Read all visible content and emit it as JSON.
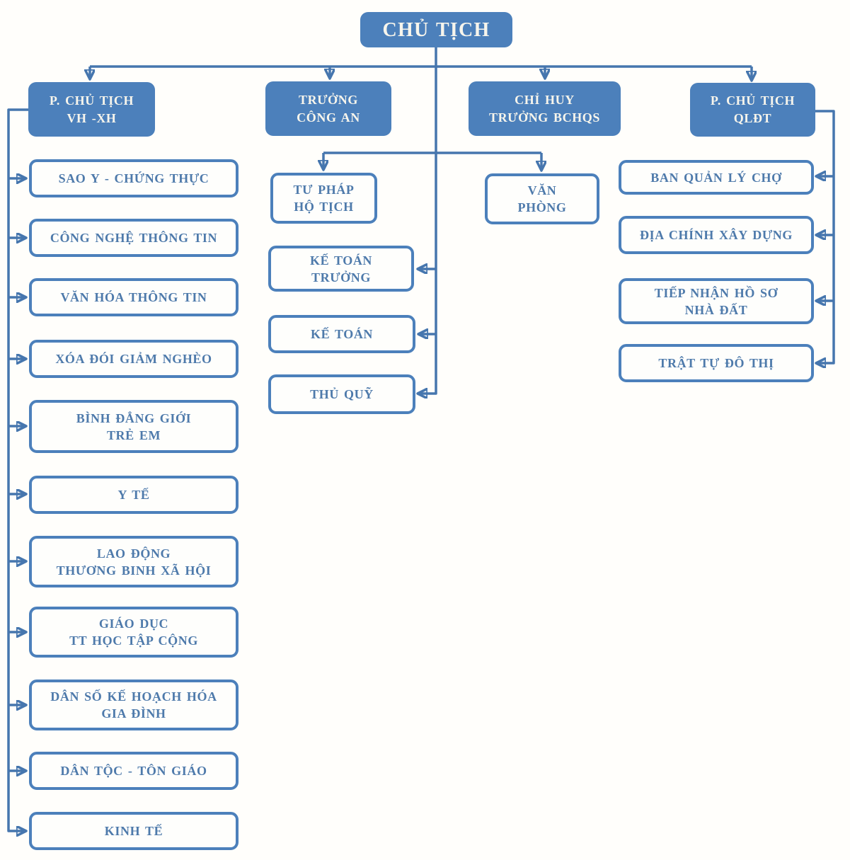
{
  "diagram": {
    "type": "org-chart",
    "colors": {
      "box_fill": "#4c80bb",
      "box_border": "#4c80bb",
      "filled_text": "#f7f5ec",
      "outline_text": "#4e7aab",
      "connector": "#4676ae",
      "background": "#fffefb"
    },
    "nodes": {
      "chu_tich": {
        "label_lines": [
          "CHỦ TỊCH"
        ]
      },
      "p_chu_tich_vhxh": {
        "label_lines": [
          "P. CHỦ TỊCH",
          "VH -XH"
        ]
      },
      "truong_cong_an": {
        "label_lines": [
          "TRƯỞNG",
          "CÔNG AN"
        ]
      },
      "chi_huy_truong_bchqs": {
        "label_lines": [
          "CHỈ HUY",
          "TRƯỞNG BCHQS"
        ]
      },
      "p_chu_tich_qldt": {
        "label_lines": [
          "P. CHỦ TỊCH",
          "QLĐT"
        ]
      },
      "sao_y_chung_thuc": {
        "label_lines": [
          "SAO Y - CHỨNG THỰC"
        ]
      },
      "cong_nghe_thong_tin": {
        "label_lines": [
          "CÔNG NGHỆ THÔNG TIN"
        ]
      },
      "van_hoa_thong_tin": {
        "label_lines": [
          "VĂN HÓA THÔNG TIN"
        ]
      },
      "xoa_doi_giam_ngheo": {
        "label_lines": [
          "XÓA ĐÓI GIẢM NGHÈO"
        ]
      },
      "binh_dang_gioi_tre_em": {
        "label_lines": [
          "BÌNH ĐẲNG GIỚI",
          "TRẺ EM"
        ]
      },
      "y_te": {
        "label_lines": [
          "Y TẾ"
        ]
      },
      "lao_dong_tbxh": {
        "label_lines": [
          "LAO ĐỘNG",
          "THƯƠNG BINH XÃ HỘI"
        ]
      },
      "giao_duc": {
        "label_lines": [
          "GIÁO DỤC",
          "TT HỌC TẬP CỘNG"
        ]
      },
      "dan_so": {
        "label_lines": [
          "DÂN SỐ KẾ HOẠCH HÓA",
          "GIA ĐÌNH"
        ]
      },
      "dan_toc_ton_giao": {
        "label_lines": [
          "DÂN TỘC - TÔN GIÁO"
        ]
      },
      "kinh_te": {
        "label_lines": [
          "KINH TẾ"
        ]
      },
      "tu_phap_ho_tich": {
        "label_lines": [
          "TƯ PHÁP",
          "HỘ TỊCH"
        ]
      },
      "ke_toan_truong": {
        "label_lines": [
          "KẾ TOÁN",
          "TRƯỞNG"
        ]
      },
      "ke_toan": {
        "label_lines": [
          "KẾ TOÁN"
        ]
      },
      "thu_quy": {
        "label_lines": [
          "THỦ QUỸ"
        ]
      },
      "van_phong": {
        "label_lines": [
          "VĂN",
          "PHÒNG"
        ]
      },
      "ban_quan_ly_cho": {
        "label_lines": [
          "BAN QUẢN LÝ CHỢ"
        ]
      },
      "dia_chinh_xay_dung": {
        "label_lines": [
          "ĐỊA CHÍNH XÂY DỰNG"
        ]
      },
      "tiep_nhan_ho_so": {
        "label_lines": [
          "TIẾP NHẬN HỒ SƠ",
          "NHÀ ĐẤT"
        ]
      },
      "trat_tu_do_thi": {
        "label_lines": [
          "TRẬT TỰ ĐÔ THỊ"
        ]
      }
    }
  }
}
